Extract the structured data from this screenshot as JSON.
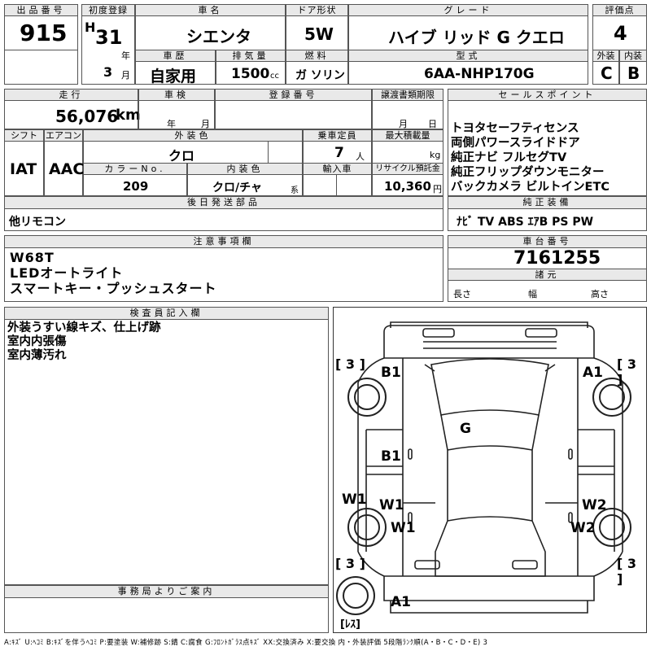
{
  "lot": {
    "label": "出品番号",
    "value": "915"
  },
  "first_reg": {
    "label": "初度登録",
    "era": "H",
    "year": "31",
    "year_unit": "年",
    "month": "3",
    "month_unit": "月"
  },
  "car_name": {
    "label": "車名",
    "value": "シエンタ"
  },
  "door": {
    "label": "ドア形状",
    "value": "5W"
  },
  "grade": {
    "label": "グレード",
    "value": "ハイブ リッド G クエロ"
  },
  "score": {
    "label": "評価点",
    "value": "4"
  },
  "history": {
    "label": "車歴",
    "value": "自家用"
  },
  "displacement": {
    "label": "排気量",
    "value": "1500",
    "unit": "cc"
  },
  "fuel": {
    "label": "燃料",
    "value": "ガ ソリン"
  },
  "model": {
    "label": "型式",
    "value": "6AA-NHP170G"
  },
  "ext_grade": {
    "label": "外装",
    "value": "C"
  },
  "int_grade": {
    "label": "内装",
    "value": "B"
  },
  "mileage": {
    "label": "走行",
    "value": "56,076",
    "unit": "km"
  },
  "inspection": {
    "label": "車検",
    "year_unit": "年",
    "month_unit": "月"
  },
  "reg_no": {
    "label": "登録番号"
  },
  "transfer": {
    "label": "譲渡書類期限",
    "month_unit": "月",
    "day_unit": "日"
  },
  "shift": {
    "label": "シフト",
    "value": "IAT"
  },
  "aircon": {
    "label": "エアコン",
    "value": "AAC"
  },
  "ext_color": {
    "label": "外装色",
    "value": "クロ"
  },
  "capacity": {
    "label": "乗車定員",
    "value": "7",
    "unit": "人"
  },
  "max_load": {
    "label": "最大積載量",
    "unit": "kg"
  },
  "color_no": {
    "label": "カラーNo.",
    "value": "209"
  },
  "int_color": {
    "label": "内装色",
    "value": "クロ/チャ",
    "unit": "系"
  },
  "import": {
    "label": "輸入車"
  },
  "recycle": {
    "label": "リサイクル預託金",
    "value": "10,360",
    "unit": "円"
  },
  "later_parts": {
    "label": "後日発送部品",
    "value": "他リモコン"
  },
  "sales_points": {
    "label": "セールスポイント",
    "lines": [
      "トヨタセーフティセンス",
      "両側パワースライドドア",
      "純正ナビ フルセグTV",
      "純正フリップダウンモニター",
      "バックカメラ ビルトインETC"
    ]
  },
  "equipment": {
    "label": "純正装備",
    "value": "ﾅﾋﾞ TV ABS ｴｱB PS PW"
  },
  "notes": {
    "label": "注意事項欄",
    "lines": [
      "W68T",
      "LEDオートライト",
      "スマートキー・プッシュスタート"
    ]
  },
  "chassis": {
    "label": "車台番号",
    "value": "7161255"
  },
  "specs": {
    "label": "諸元",
    "length": "長さ",
    "width": "幅",
    "height": "高さ"
  },
  "inspector": {
    "label": "検査員記入欄",
    "lines": [
      "外装うすい線キズ、仕上げ跡",
      "室内内張傷",
      "室内薄汚れ"
    ]
  },
  "office": {
    "label": "事務局よりご案内"
  },
  "diagram": {
    "marks": {
      "b1_top": "B1",
      "a1_top": "A1",
      "g": "G",
      "b1_side": "B1",
      "w1_side": "W1",
      "w1_a": "W1",
      "w1_b": "W1",
      "w2_a": "W2",
      "w2_b": "W2",
      "a1_bottom": "A1"
    },
    "tires": {
      "fl": "[ 3 ]",
      "fr": "[ 3 ]",
      "rl": "[ 3 ]",
      "rr": "[ 3 ]",
      "spare": "[ﾚｽ]"
    }
  },
  "legend": "A:ｷｽﾞ U:ﾍｺﾐ B:ｷｽﾞを伴うﾍｺﾐ P:要塗装 W:補修跡 S:錆 C:腐食 G:ﾌﾛﾝﾄｶﾞﾗｽ点ｷｽﾞ XX:交換済み X:要交換 内・外装評価 5段階ﾗﾝｸ順(A・B・C・D・E) 3"
}
